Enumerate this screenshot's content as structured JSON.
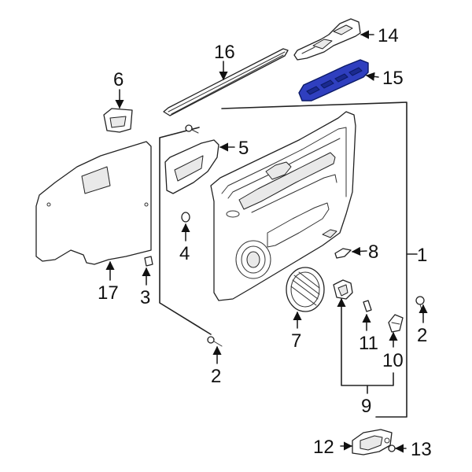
{
  "colors": {
    "highlight": "#2f3fbf"
  },
  "callouts": [
    {
      "id": "1",
      "text": "1"
    },
    {
      "id": "2a",
      "text": "2"
    },
    {
      "id": "2b",
      "text": "2"
    },
    {
      "id": "3",
      "text": "3"
    },
    {
      "id": "4",
      "text": "4"
    },
    {
      "id": "5",
      "text": "5"
    },
    {
      "id": "6",
      "text": "6"
    },
    {
      "id": "7",
      "text": "7"
    },
    {
      "id": "8",
      "text": "8"
    },
    {
      "id": "9",
      "text": "9"
    },
    {
      "id": "10",
      "text": "10"
    },
    {
      "id": "11",
      "text": "11"
    },
    {
      "id": "12",
      "text": "12"
    },
    {
      "id": "13",
      "text": "13"
    },
    {
      "id": "14",
      "text": "14"
    },
    {
      "id": "15",
      "text": "15"
    },
    {
      "id": "16",
      "text": "16"
    },
    {
      "id": "17",
      "text": "17"
    }
  ]
}
